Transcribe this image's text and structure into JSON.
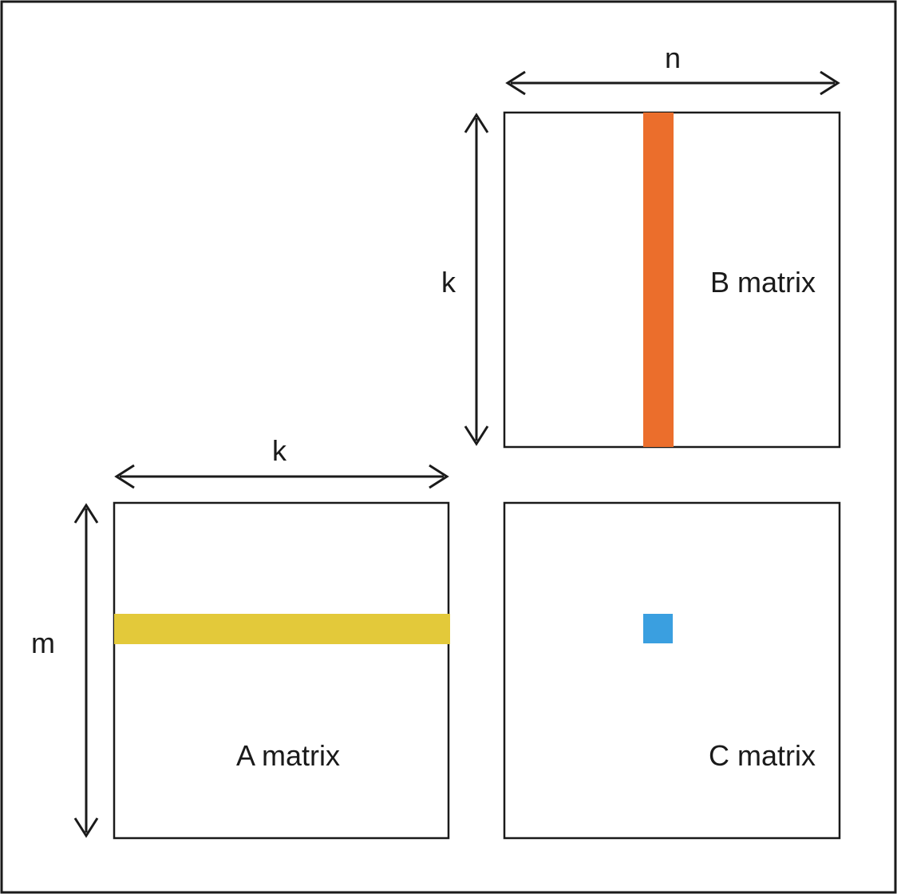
{
  "labels": {
    "n": "n",
    "k_vertical": "k",
    "k_horizontal": "k",
    "m": "m",
    "a_matrix": "A matrix",
    "b_matrix": "B matrix",
    "c_matrix": "C matrix"
  },
  "colors": {
    "a_row_highlight": "#e3c93a",
    "b_col_highlight": "#eb6e2c",
    "c_cell_highlight": "#3a9fe0",
    "stroke": "#1a1a1a"
  }
}
